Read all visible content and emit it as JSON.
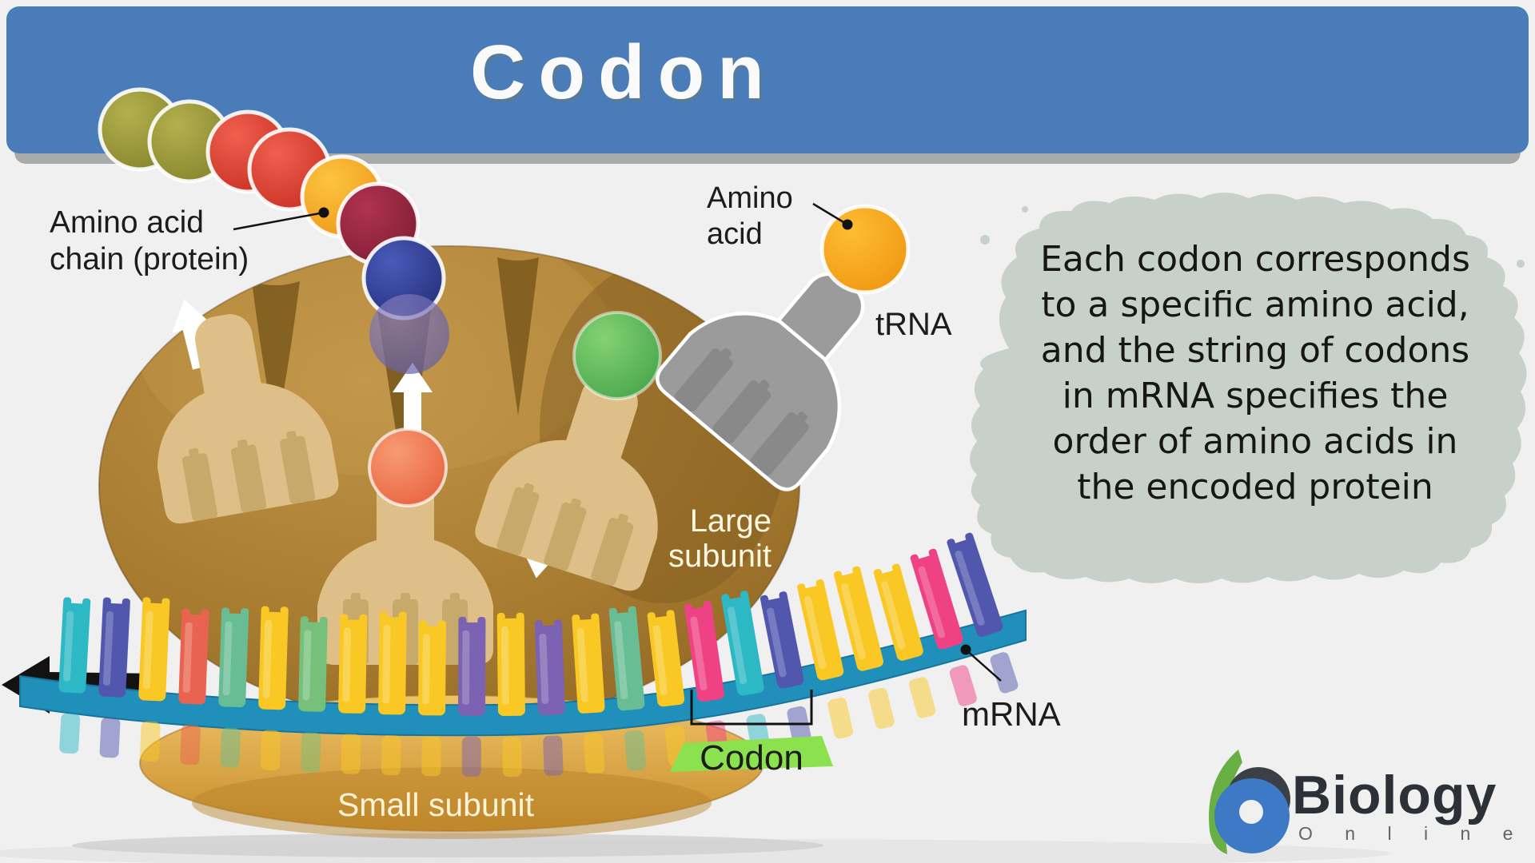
{
  "title": "Codon",
  "labels": {
    "amino_acid_chain": {
      "line1": "Amino acid",
      "line2": "chain (protein)"
    },
    "amino_acid": {
      "line1": "Amino",
      "line2": "acid"
    },
    "trna": "tRNA",
    "large_subunit": {
      "line1": "Large",
      "line2": "subunit"
    },
    "small_subunit": "Small subunit",
    "mrna": "mRNA",
    "codon": "Codon"
  },
  "note": {
    "lines": [
      "Each codon corresponds",
      "to a specific amino acid,",
      "and the string of codons",
      "in mRNA specifies the",
      "order of amino acids in",
      "the encoded protein"
    ]
  },
  "logo": {
    "brand": "Biology",
    "tagline": "O n l i n e"
  },
  "colors": {
    "banner": "#4a7cba",
    "banner_shadow": "#a9abaa",
    "note_bg": "#c8d1c9",
    "codon_highlight": "#8ce14f",
    "mrna_strand": "#2090ba",
    "ribosome_large": "#a87c30",
    "ribosome_small": "#d99b35",
    "trna_tan": "#debf87",
    "trna_gray": "#9b9b9b",
    "amino_acid_sphere": "#f5a61f",
    "logo_leaf": "#68b043",
    "logo_swirl": "#3b4046",
    "logo_blue": "#3d79c4"
  },
  "illustration": {
    "chain_spheres": [
      "olive",
      "olive",
      "red",
      "red",
      "amber",
      "maroon",
      "blue",
      "purple"
    ],
    "mrna_bases": [
      "teal",
      "indigo",
      "yellow",
      "red",
      "seagreen",
      "yellow",
      "green",
      "yellow",
      "yellow",
      "yellow",
      "purple",
      "yellow",
      "purple",
      "yellow",
      "seagreen",
      "yellow",
      "pink",
      "teal",
      "indigo",
      "yellow",
      "yellow",
      "yellow",
      "pink",
      "indigo"
    ],
    "palette": {
      "teal": "#2cb8c4",
      "indigo": "#5157ad",
      "yellow": "#f9c825",
      "red": "#e96450",
      "seagreen": "#68bd94",
      "green": "#76c07c",
      "purple": "#7b62b2",
      "pink": "#ef4284",
      "olive": "#9d9b3a",
      "amber": "#f6a81f",
      "maroon": "#9c2742",
      "blue": "#32439b"
    }
  }
}
